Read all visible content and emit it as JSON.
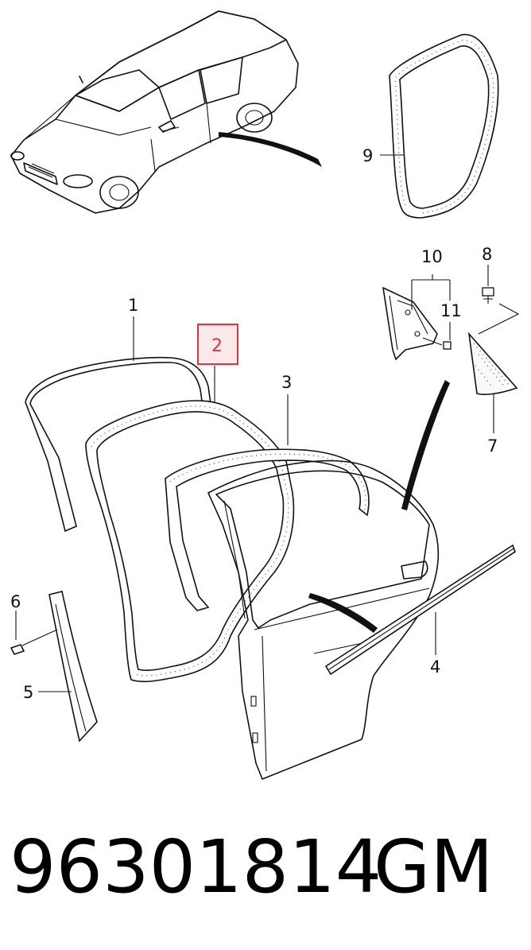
{
  "callouts": {
    "c1": "1",
    "c2": "2",
    "c3": "3",
    "c4": "4",
    "c5": "5",
    "c6": "6",
    "c7": "7",
    "c8": "8",
    "c9": "9",
    "c10": "10",
    "c11": "11"
  },
  "highlight_color": "#d9363e",
  "footer": {
    "part_number": "96301814",
    "brand": "GM"
  }
}
